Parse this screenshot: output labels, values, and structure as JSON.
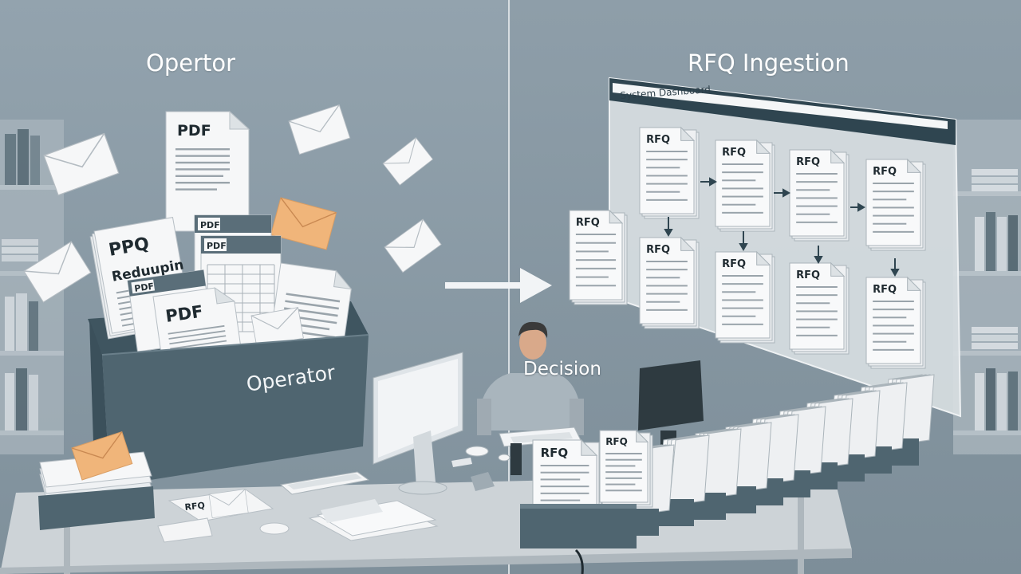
{
  "left_panel": {
    "title": "Opertor",
    "box_label": "Operator",
    "doc_labels": {
      "pdf_top": "PDF",
      "ppq": "PPQ",
      "reduupin": "Reduupin",
      "pdf_sheet_1": "PDF",
      "pdf_sheet_2": "PDF",
      "pdf_front_small": "PDF",
      "pdf_front": "PDF",
      "desk_rfq": "RFQ"
    }
  },
  "right_panel": {
    "title": "RFQ Ingestion",
    "dashboard_title": "System Dashboard",
    "decision_label": "Decision",
    "rfq_label": "RFQ"
  },
  "colors": {
    "background": "#8c9ca8",
    "box": "#4f6570",
    "paper": "#f4f5f6",
    "envelope_accent": "#f0b57a",
    "dashboard_header": "#2f4550",
    "desk": "#cdd3d7"
  }
}
